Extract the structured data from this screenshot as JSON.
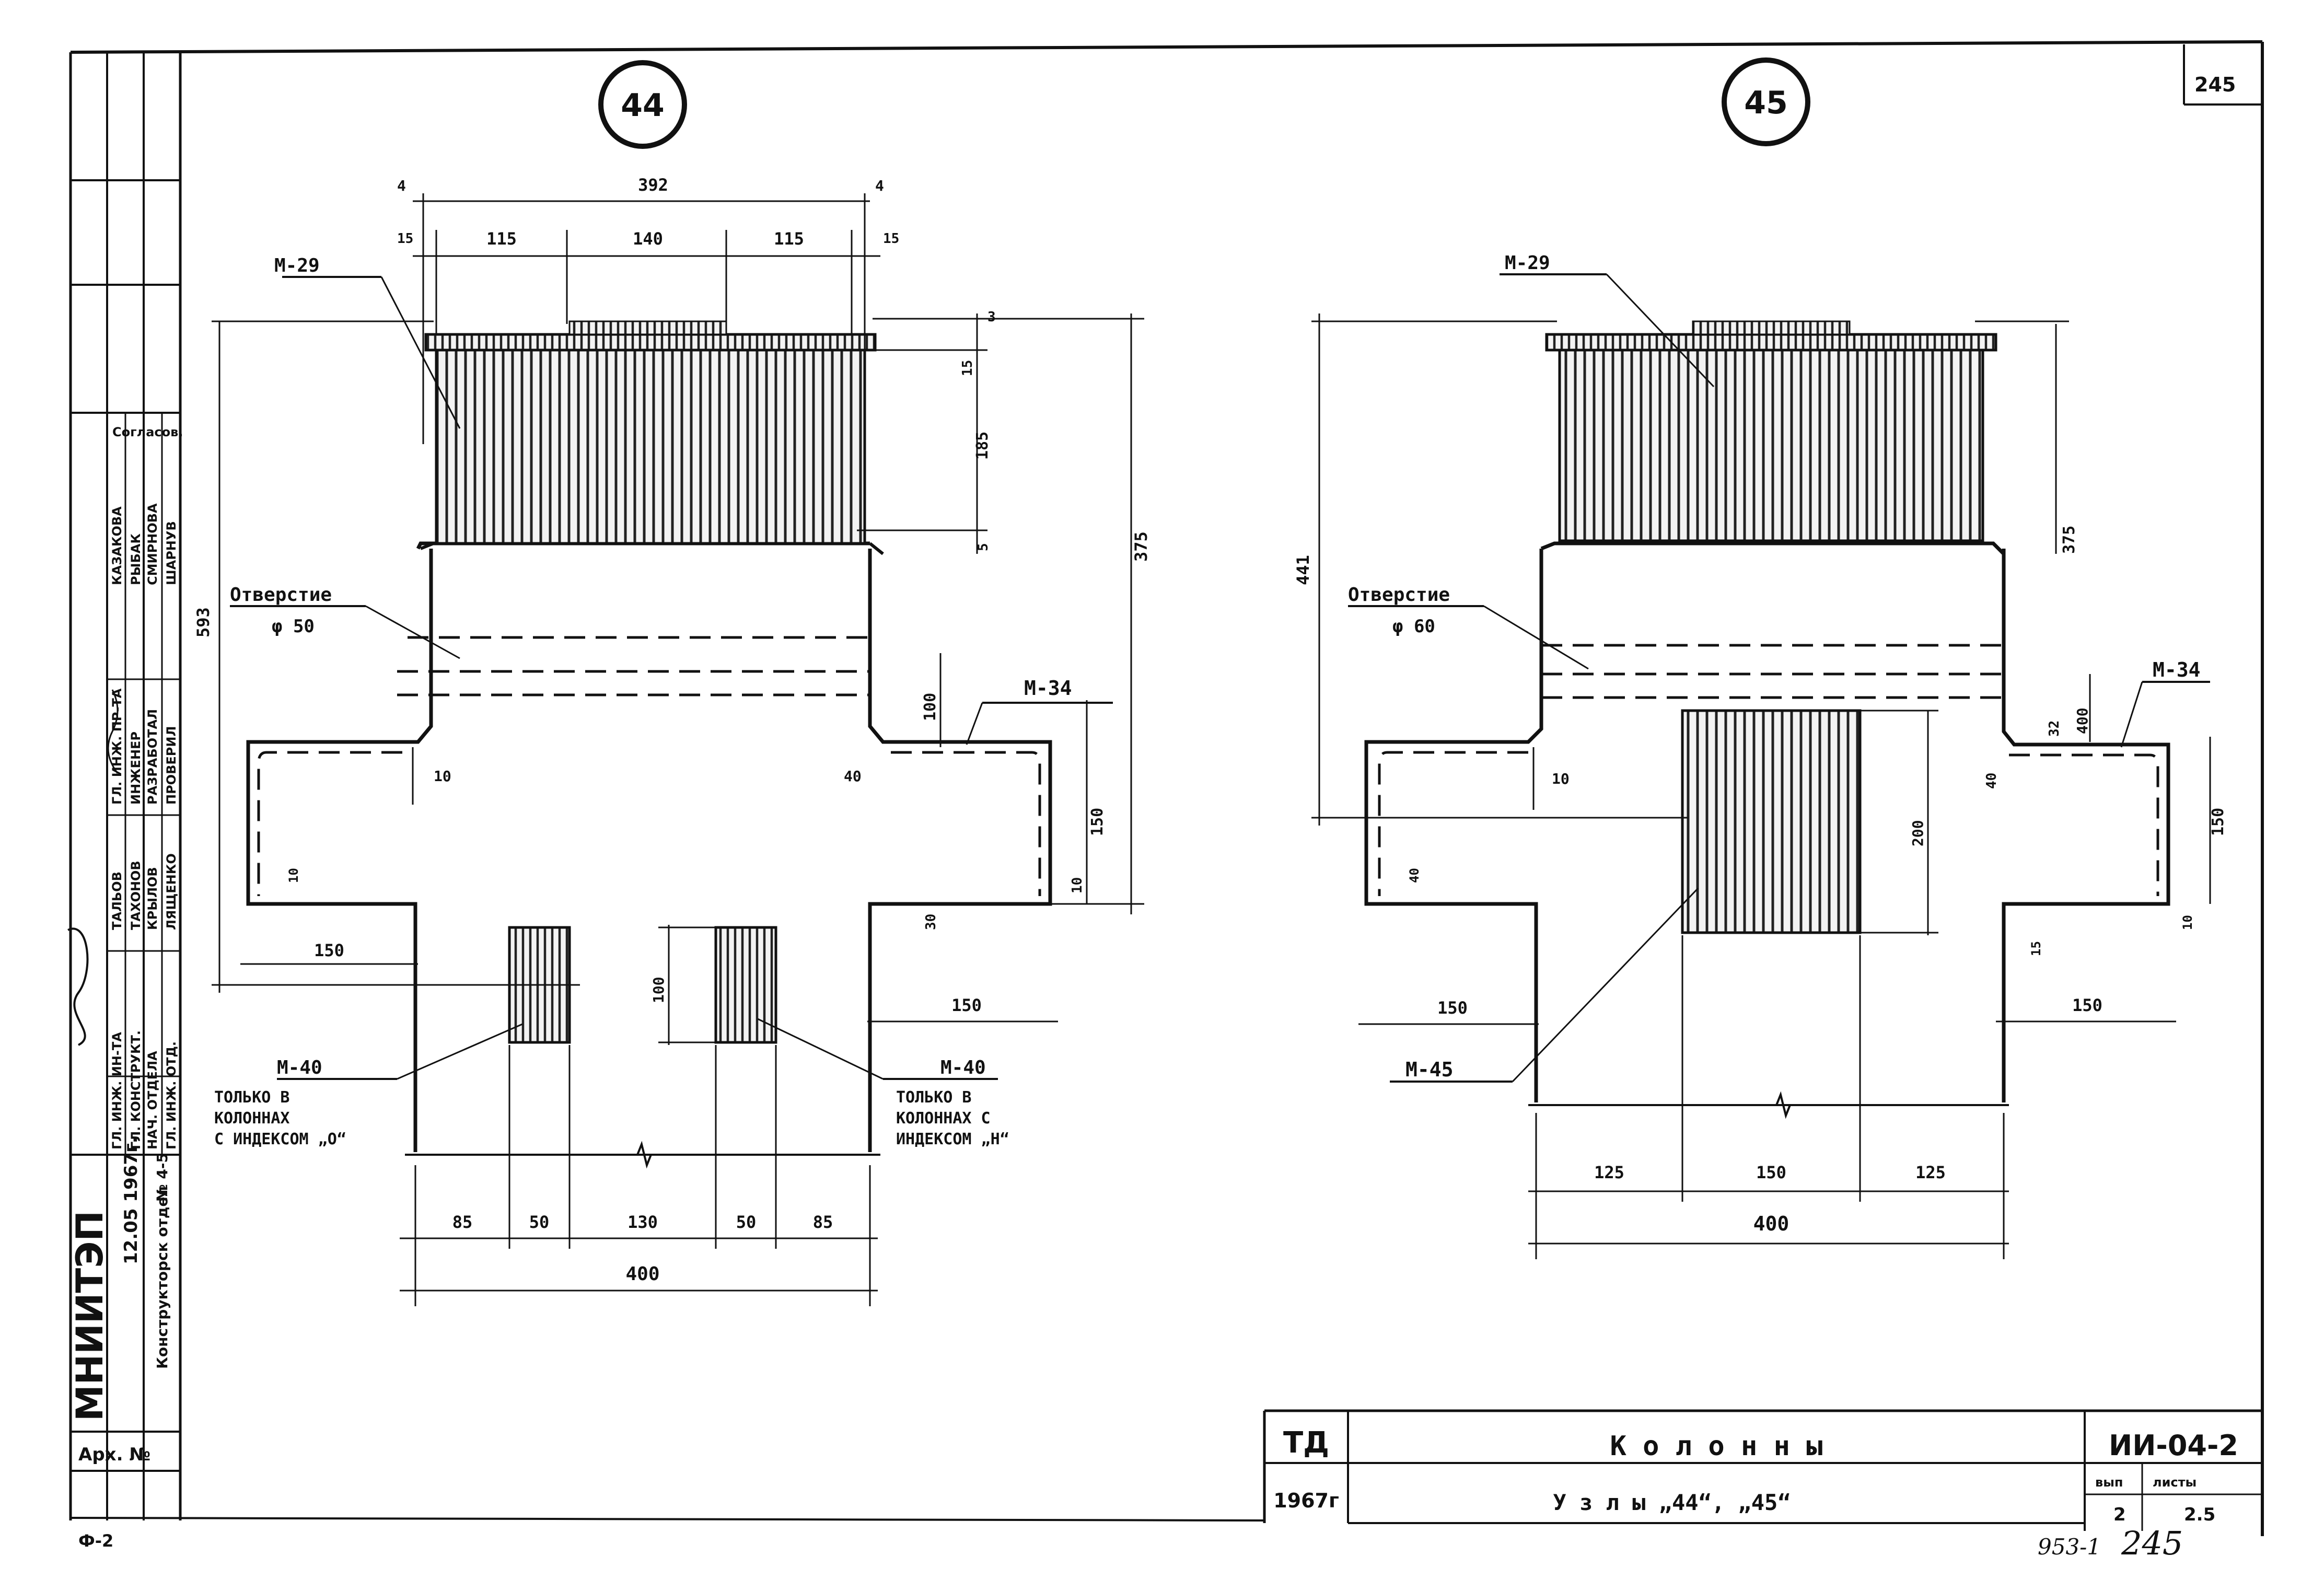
{
  "sheet": {
    "page_number": "245",
    "page_number_handwritten": "245",
    "archive_code": "953-1",
    "format": "Ф-2"
  },
  "left_node": {
    "label": "44",
    "dims": {
      "top_total": "392",
      "edge_left": "4",
      "edge_right": "4",
      "seg_15_left": "15",
      "seg_115_left": "115",
      "seg_140": "140",
      "seg_115_right": "115",
      "seg_15_right": "15",
      "height_total": "593",
      "height_right": "375",
      "r_3": "3",
      "r_15": "15",
      "r_185": "185",
      "r_5": "5",
      "r_100": "100",
      "r_150": "150",
      "r_10": "10",
      "left_10": "10",
      "left_10b": "10",
      "right_40": "40",
      "right_30": "30",
      "hole_100": "100",
      "left_150": "150",
      "right_150": "150",
      "b_85a": "85",
      "b_50a": "50",
      "b_130": "130",
      "b_50b": "50",
      "b_85b": "85",
      "b_400": "400"
    },
    "labels": {
      "m29": "М-29",
      "hole_title": "Отверстие",
      "hole_dia": "φ 50",
      "m34": "М-34",
      "m40_left": "М-40",
      "m40_right": "М-40",
      "note_left": [
        "ТОЛЬКО В",
        "КОЛОННАХ",
        "С ИНДЕКСОМ „О“"
      ],
      "note_right": [
        "ТОЛЬКО В",
        "КОЛОННАХ С",
        "ИНДЕКСОМ „Н“"
      ]
    }
  },
  "right_node": {
    "label": "45",
    "dims": {
      "height_total": "441",
      "height_right": "375",
      "r_400": "400",
      "r_32": "32",
      "r_150": "150",
      "r_10": "10",
      "r_15": "15",
      "left_10": "10",
      "left_40": "40",
      "m45_200": "200",
      "right_40": "40",
      "left_150": "150",
      "right_150": "150",
      "b_125a": "125",
      "b_150": "150",
      "b_125b": "125",
      "b_400": "400"
    },
    "labels": {
      "m29": "М-29",
      "hole_title": "Отверстие",
      "hole_dia": "φ 60",
      "m34": "М-34",
      "m45": "М-45"
    }
  },
  "side_stamp": {
    "org": "МНИИТЭП",
    "date": "12.05 1967г.",
    "dept": "Конструкторск отдел",
    "arch": "Арх. №",
    "approved": "Согласов.",
    "sheet_ref": "№ 4-5",
    "rows": [
      [
        "ГЛ. ИНЖ. ИН-ТА",
        "ТАЛЬОВ",
        ""
      ],
      [
        "ГЛ. КОНСТРУКТ.",
        "ТАХОНОВ",
        ""
      ],
      [
        "НАЧ. ОТДЕЛА",
        "КРЫЛОВ",
        ""
      ],
      [
        "ГЛ. ИНЖ. ОТД.",
        "ЛЯЩЕНКО",
        ""
      ],
      [
        "ГЛ. ИНЖ. ПР-ТА",
        "КАЗАКОВА",
        ""
      ],
      [
        "ИНЖЕНЕР",
        "РЫБАК",
        ""
      ],
      [
        "РАЗРАБОТАЛ",
        "СМИРНОВА",
        ""
      ],
      [
        "ПРОВЕРИЛ",
        "ШАРНУВ",
        ""
      ]
    ]
  },
  "title_block": {
    "td": "ТД",
    "year": "1967г",
    "title": "К о л о н н ы",
    "subtitle": "У з л ы  „44“, „45“",
    "series": "ИИ-04-2",
    "vyp_label": "вып",
    "vyp": "2",
    "list_label": "листы",
    "list": "2.5"
  }
}
